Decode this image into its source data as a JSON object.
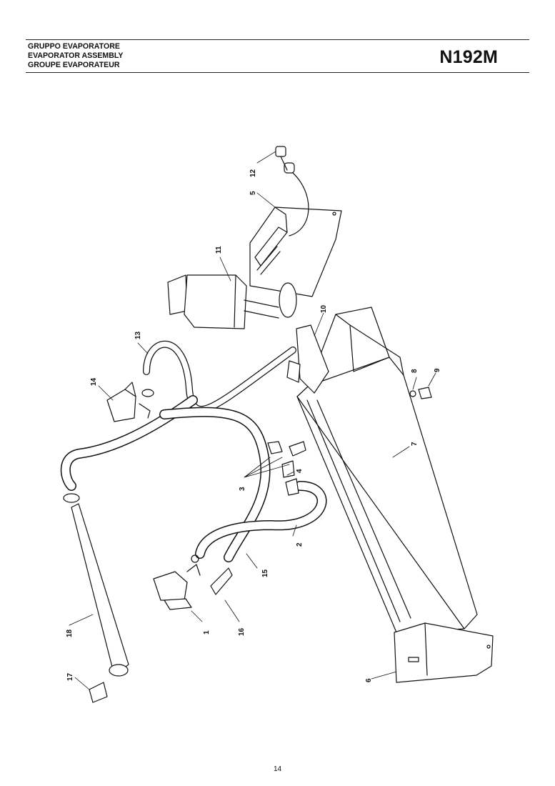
{
  "header": {
    "title_it": "GRUPPO EVAPORATORE",
    "title_en": "EVAPORATOR ASSEMBLY",
    "title_fr": "GROUPE EVAPORATEUR",
    "model": "N192M"
  },
  "footer": {
    "page_number": "14"
  },
  "diagram": {
    "part_labels": {
      "p1": "1",
      "p2": "2",
      "p3": "3",
      "p4": "4",
      "p5": "5",
      "p6": "6",
      "p7": "7",
      "p8": "8",
      "p9": "9",
      "p10": "10",
      "p11": "11",
      "p12": "12",
      "p13": "13",
      "p14": "14",
      "p15": "15",
      "p16": "16",
      "p17": "17",
      "p18": "18"
    }
  }
}
